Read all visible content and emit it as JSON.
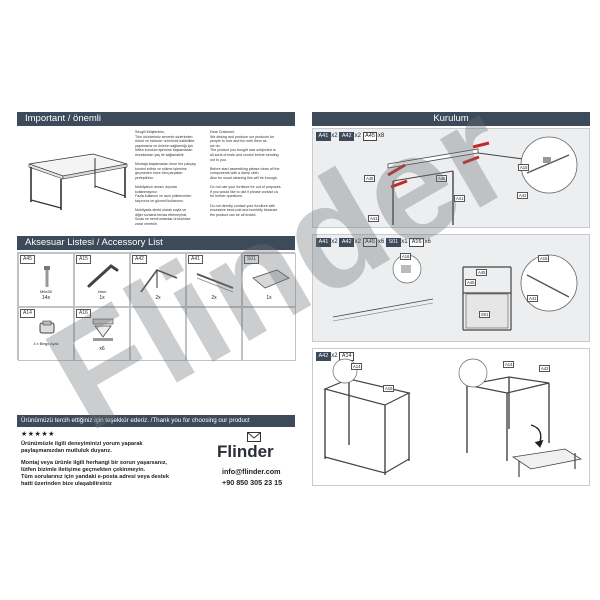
{
  "left_page": {
    "header": "Important / önemli",
    "important_tr": "Sevgili Müşterimiz,\nTüm ürünlerimiz severek sizlerinden\nürünü ve kalıcıdır ürününüz kalitelikte\nyaşamanız ve ürünün sağlamlığı için\nlütfen kurulum işlemine başlamadan\nöncekindan yaş ile sağlanabilir.\n\nMontaja başlamadan önce her parçayı\nkontrol ediniz ve sökme işlemine\ngeçmeden önce tüm parçaları\nyerleştiriniz.\n\nMobilyanızı amacı dışında\nkullanmayınız.\nFazla kullanım ve aşırı yüklemeden\nkaçınınız ve güvenli kullanınız.\n\nMobilyada direkt olarak suyla ve\ndiğer sıvılarla temas ettirmeyiniz.\nSıcak ve nemli ortamlar ürününüze\nzarar verebilir.",
    "important_en": "Dear Customer,\nWe desing and produce our products for\npeople to love and fun with them as\nwe do.\nThe product you bought was subjected to\nall sorts of tests and control before sending\nout to you.\n\nBefore start assembling please clean all the\ncomponents with a damp cloth.\nAlso for usual cleaning this will be enough.\n\nDo not use your furniture for out of purposes.\nIf you would like to use it please contact us\nfor further questions.\n\nDo not directly contact your furniture with\nexcessive heat,cold and humidity because\nthe product can be all ended.",
    "accessory_header": "Aksesuar Listesi / Accessory List",
    "accessories": [
      {
        "code": "A45",
        "qty": "14x",
        "size": "M6x30"
      },
      {
        "code": "A15",
        "qty": "1x",
        "size": "4mm"
      },
      {
        "code": "A42",
        "qty": "2x",
        "size": ""
      },
      {
        "code": "A41",
        "qty": "2x",
        "size": ""
      },
      {
        "code": "S01",
        "qty": "1x",
        "size": ""
      },
      {
        "code": "A14",
        "qty": "",
        "size": "4 x Bingo Ayak"
      },
      {
        "code": "A16",
        "qty": "x6",
        "size": ""
      }
    ],
    "thanks_bar": "Ürünümüzü tercih ettiğiniz için teşekkür ederiz. /Thank you for choosing our product",
    "stars": "★★★★★",
    "review_line1": "Ürünümüzle ilgili deneyiminizi yorum yaparak",
    "review_line2": "paylaşmanızdan mutluluk duyarız.",
    "support_line1": "Montaj veya ürünle ilgili herhangi bir sorun yaşarsanız,",
    "support_line2": "lütfen bizimle iletişime geçmekten çekinmeyin.",
    "support_line3": "Tüm sorularınız için yandaki e-posta adresi veya destek",
    "support_line4": "hatti üzerinden bize ulaşabilirsiniz",
    "brand": "Flinder",
    "email": "info@flinder.com",
    "phone": "+90 850 305 23 15"
  },
  "right_page": {
    "header": "Kurulum",
    "step1": {
      "tags": [
        {
          "code": "A41",
          "qty": "x2"
        },
        {
          "code": "A42",
          "qty": "x2"
        },
        {
          "code": "A45",
          "qty": "x8"
        }
      ],
      "labels": [
        "A15",
        "A45",
        "A42",
        "A41",
        "A45",
        "A41"
      ]
    },
    "step2": {
      "tags": [
        {
          "code": "A41",
          "qty": "x2"
        },
        {
          "code": "A42",
          "qty": "x2"
        },
        {
          "code": "A45",
          "qty": "x6"
        },
        {
          "code": "S01",
          "qty": "x1"
        },
        {
          "code": "A16",
          "qty": "x6"
        }
      ],
      "labels": [
        "A16",
        "A45",
        "S01",
        "A15",
        "A41",
        "A45"
      ]
    },
    "step3": {
      "tags": [
        {
          "code": "A42",
          "qty": "x2"
        },
        {
          "code": "A14",
          "qty": ""
        }
      ],
      "labels": [
        "A14",
        "A16",
        "A14",
        "A42"
      ]
    }
  },
  "watermark": "Flinder",
  "colors": {
    "header_bg": "#3d4a5a",
    "panel_bg": "#eceef0",
    "accent_red": "#c62828"
  }
}
